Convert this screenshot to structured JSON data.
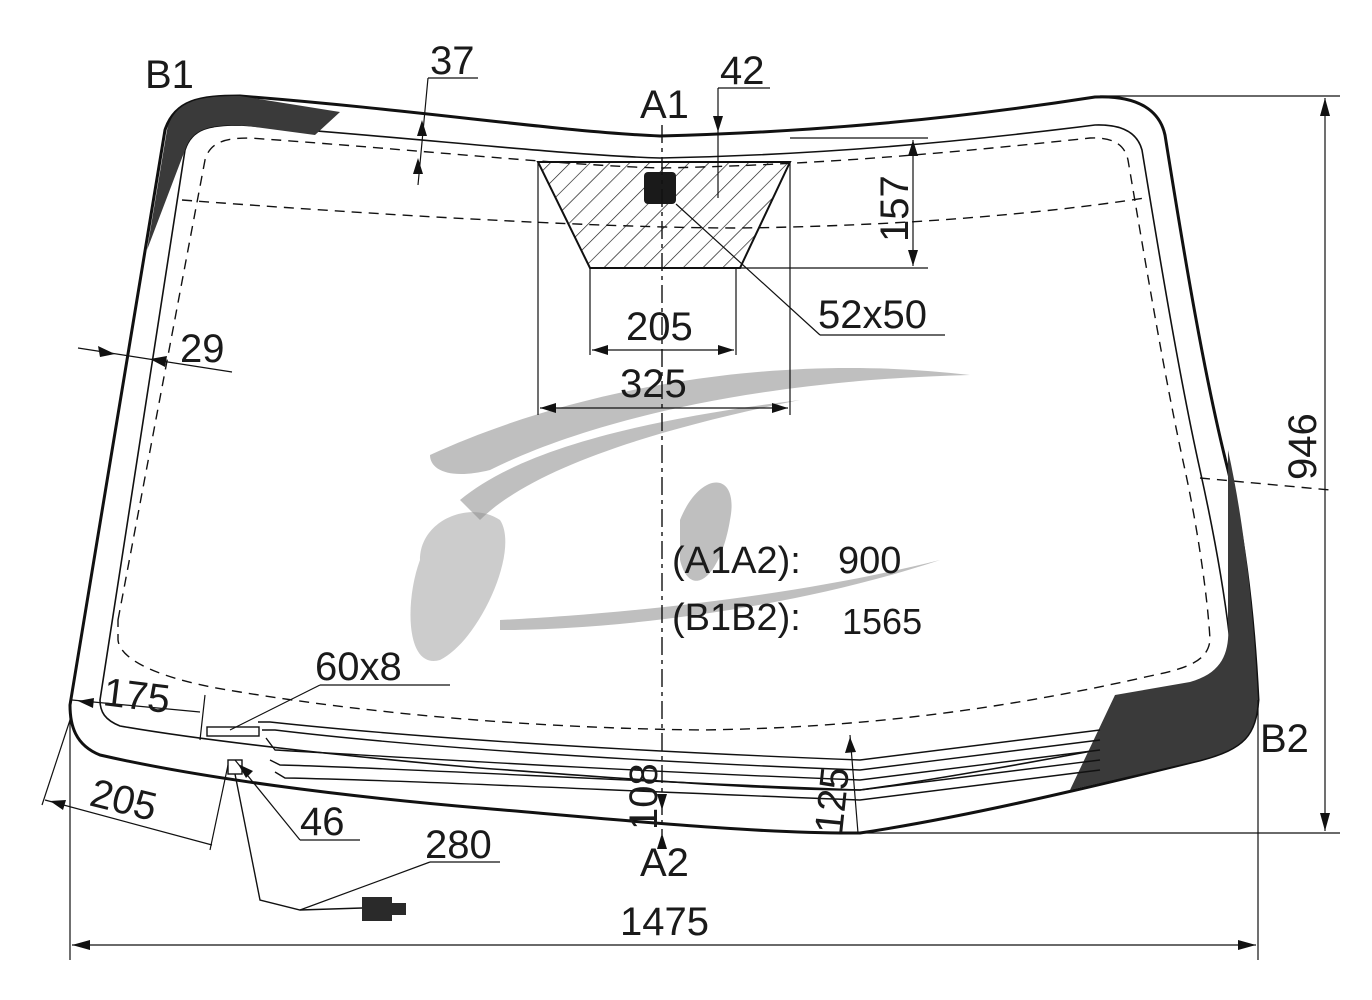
{
  "points": {
    "b1": "B1",
    "a1": "A1",
    "a2": "A2",
    "b2": "B2"
  },
  "dimensions": {
    "top_band": "37",
    "sensor_offset": "42",
    "sensor_height": "157",
    "side_band": "29",
    "sensor_bottom_width": "205",
    "sensor_top_width": "325",
    "sensor_box": "52x50",
    "heater_tab": "60x8",
    "left_175": "175",
    "left_205": "205",
    "connector_46": "46",
    "wire_280": "280",
    "bottom_108": "108",
    "bottom_125": "125",
    "total_width": "1475",
    "total_height": "946"
  },
  "codes": {
    "a1a2_label": "(A1A2):",
    "a1a2_value": "900",
    "b1b2_label": "(B1B2):",
    "b1b2_value": "1565"
  }
}
